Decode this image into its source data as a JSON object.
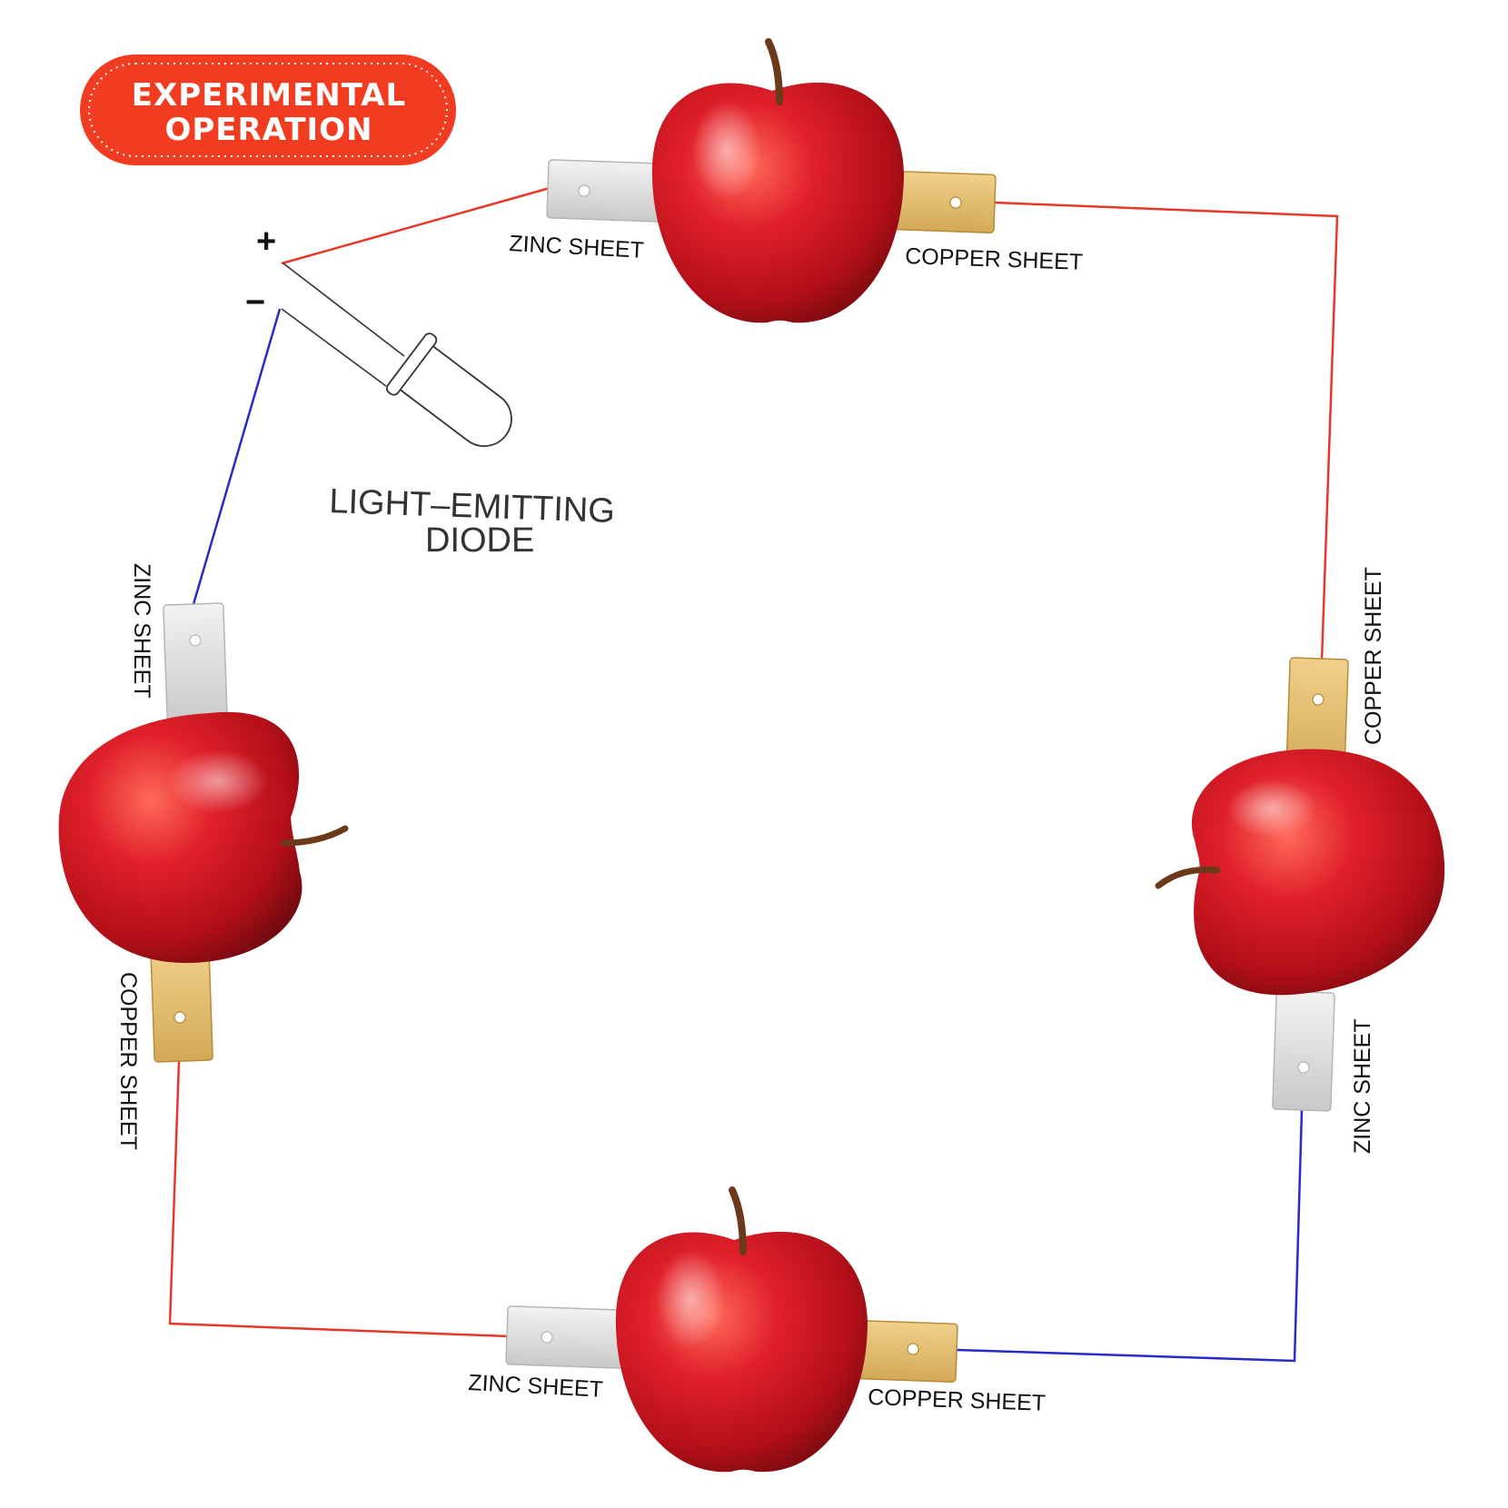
{
  "badge": {
    "line1": "EXPERIMENTAL",
    "line2": "OPERATION",
    "color": "#f23c22"
  },
  "led": {
    "plus": "+",
    "minus": "−",
    "label_line1": "LIGHT–EMITTING",
    "label_line2": "DIODE"
  },
  "labels": {
    "top_zinc": "ZINC SHEET",
    "top_copper": "COPPER SHEET",
    "left_zinc": "ZINC SHEET",
    "left_copper": "COPPER SHEET",
    "right_copper": "COPPER SHEET",
    "right_zinc": "ZINC SHEET",
    "bottom_zinc": "ZINC SHEET",
    "bottom_copper": "COPPER SHEET"
  },
  "colors": {
    "wire_positive": "#e8372a",
    "wire_negative": "#2a2acc",
    "apple": "#c8141c",
    "zinc": "#dcdcdc",
    "copper": "#e6c277"
  }
}
